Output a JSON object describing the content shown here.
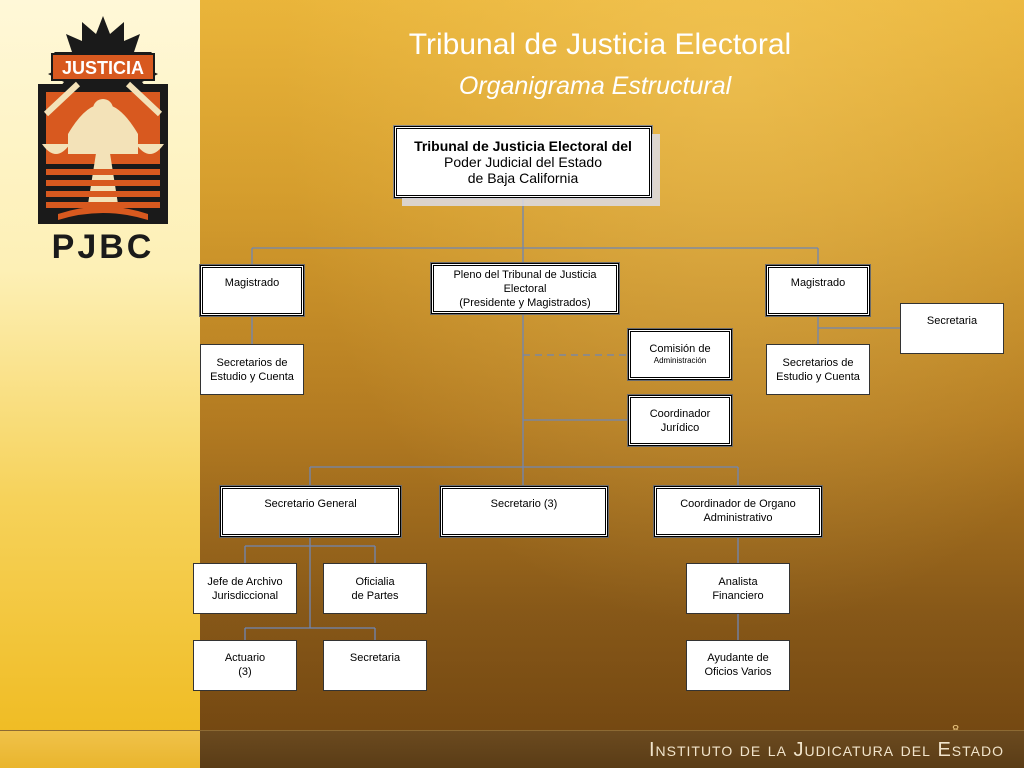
{
  "slide": {
    "title": "Tribunal de Justicia Electoral",
    "subtitle": "Organigrama Estructural",
    "footer": "Instituto de la Judicatura del Estado",
    "page_number": "8"
  },
  "logo": {
    "banner_text": "JUSTICIA",
    "letters": "PJBC"
  },
  "org": {
    "top": {
      "line1": "Tribunal de Justicia Electoral del",
      "line2": "Poder Judicial del Estado",
      "line3": "de Baja California"
    },
    "magistrado_left": "Magistrado",
    "pleno": {
      "line1": "Pleno del Tribunal de Justicia",
      "line2": "Electoral",
      "line3": "(Presidente y Magistrados)"
    },
    "magistrado_right": "Magistrado",
    "secretaria_right": "Secretaria",
    "secretarios_left": {
      "line1": "Secretarios de",
      "line2": "Estudio y Cuenta"
    },
    "comision": {
      "line1": "Comisión de",
      "line2": "Administración"
    },
    "secretarios_right": {
      "line1": "Secretarios de",
      "line2": "Estudio y Cuenta"
    },
    "coordinador_juridico": {
      "line1": "Coordinador",
      "line2": "Jurídico"
    },
    "secretario_general": "Secretario General",
    "secretario_3": "Secretario (3)",
    "coordinador_organo": {
      "line1": "Coordinador de Organo",
      "line2": "Administrativo"
    },
    "jefe_archivo": {
      "line1": "Jefe de Archivo",
      "line2": "Jurisdiccional"
    },
    "oficialia": {
      "line1": "Oficialia",
      "line2": "de Partes"
    },
    "analista": {
      "line1": "Analista",
      "line2": "Financiero"
    },
    "actuario": {
      "line1": "Actuario",
      "line2": "(3)"
    },
    "secretaria_bottom": "Secretaria",
    "ayudante": {
      "line1": "Ayudante de",
      "line2": "Oficios Varios"
    }
  },
  "colors": {
    "connector": "#6f86b5",
    "background": "#d79a22",
    "sidebar": "#fdf0b6"
  }
}
